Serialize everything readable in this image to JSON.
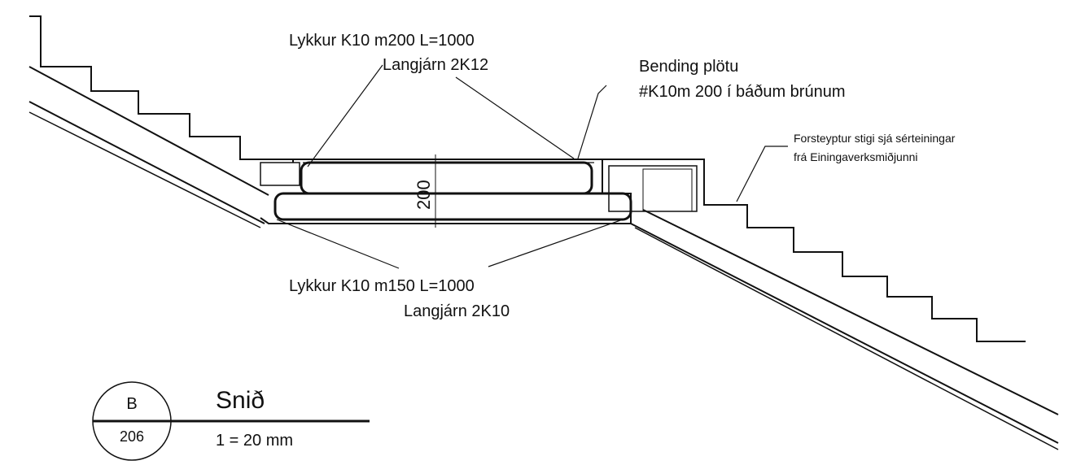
{
  "annotations": {
    "top_left_line1": "Lykkur K10 m200 L=1000",
    "top_left_line2": "Langjárn  2K12",
    "top_right_line1": "Bending plötu",
    "top_right_line2": "#K10m 200 í báðum brúnum",
    "side_note_line1": "Forsteyptur stigi sjá sérteiningar",
    "side_note_line2": "frá Einingaverksmiðjunni",
    "bottom_line1": "Lykkur K10 m150 L=1000",
    "bottom_line2": "Langjárn  2K10",
    "dimension": "200"
  },
  "title_block": {
    "section_letter": "B",
    "sheet_number": "206",
    "title": "Snið",
    "scale": "1 = 20 mm"
  }
}
